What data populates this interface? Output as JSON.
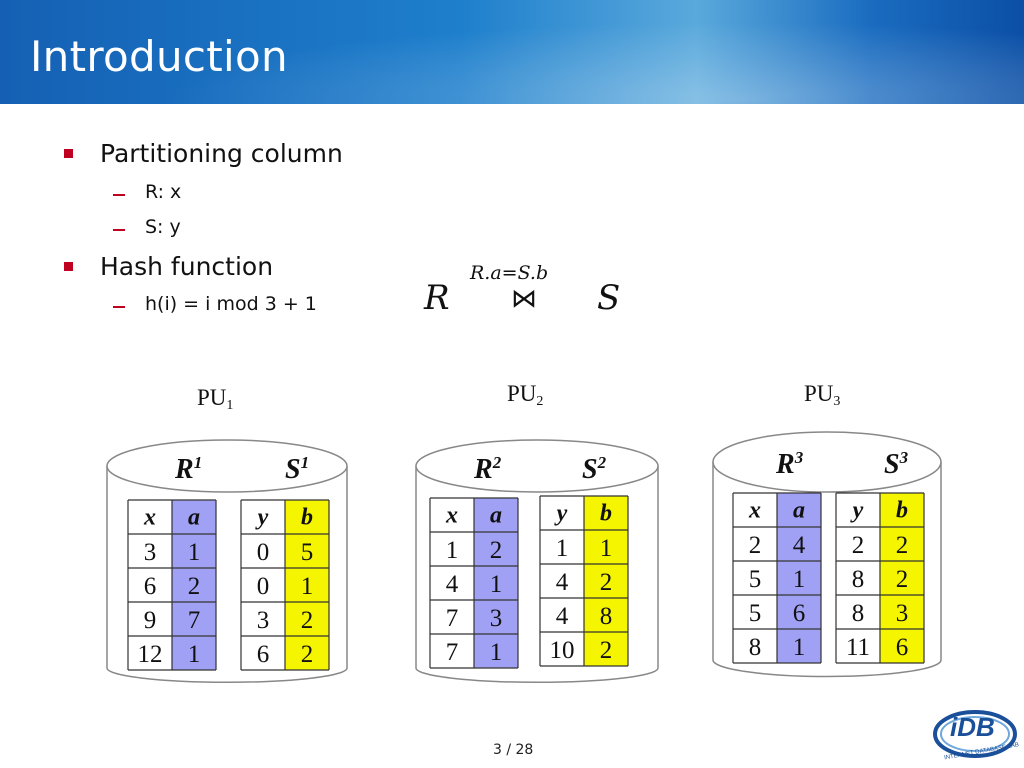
{
  "slide": {
    "title": "Introduction",
    "page": "3 / 28"
  },
  "bullets": [
    {
      "text": "Partitioning column",
      "subs": [
        "R: x",
        "S: y"
      ]
    },
    {
      "text": "Hash function",
      "subs": [
        "h(i) = i mod 3 + 1"
      ]
    }
  ],
  "formula": {
    "left": "R",
    "condition": "R.a=S.b",
    "join_symbol": "⋈",
    "right": "S"
  },
  "units": [
    {
      "label": "PU",
      "sub": "1",
      "r_name": "R",
      "r_sup": "1",
      "s_name": "S",
      "s_sup": "1",
      "r_headers": [
        "x",
        "a"
      ],
      "r_rows": [
        [
          "3",
          "1"
        ],
        [
          "6",
          "2"
        ],
        [
          "9",
          "7"
        ],
        [
          "12",
          "1"
        ]
      ],
      "s_headers": [
        "y",
        "b"
      ],
      "s_rows": [
        [
          "0",
          "5"
        ],
        [
          "0",
          "1"
        ],
        [
          "3",
          "2"
        ],
        [
          "6",
          "2"
        ]
      ]
    },
    {
      "label": "PU",
      "sub": "2",
      "r_name": "R",
      "r_sup": "2",
      "s_name": "S",
      "s_sup": "2",
      "r_headers": [
        "x",
        "a"
      ],
      "r_rows": [
        [
          "1",
          "2"
        ],
        [
          "4",
          "1"
        ],
        [
          "7",
          "3"
        ],
        [
          "7",
          "1"
        ]
      ],
      "s_headers": [
        "y",
        "b"
      ],
      "s_rows": [
        [
          "1",
          "1"
        ],
        [
          "4",
          "2"
        ],
        [
          "4",
          "8"
        ],
        [
          "10",
          "2"
        ]
      ]
    },
    {
      "label": "PU",
      "sub": "3",
      "r_name": "R",
      "r_sup": "3",
      "s_name": "S",
      "s_sup": "3",
      "r_headers": [
        "x",
        "a"
      ],
      "r_rows": [
        [
          "2",
          "4"
        ],
        [
          "5",
          "1"
        ],
        [
          "5",
          "6"
        ],
        [
          "8",
          "1"
        ]
      ],
      "s_headers": [
        "y",
        "b"
      ],
      "s_rows": [
        [
          "2",
          "2"
        ],
        [
          "8",
          "2"
        ],
        [
          "8",
          "3"
        ],
        [
          "11",
          "6"
        ]
      ]
    }
  ],
  "colors": {
    "r_column_fill": "#a0a0f4",
    "s_column_fill": "#f5f500",
    "bullet_marker": "#c00020",
    "header_blue": "#1a6cc0"
  },
  "logo": {
    "text": "iDB",
    "ring_text": "INTERNET DATABASE LAB"
  }
}
